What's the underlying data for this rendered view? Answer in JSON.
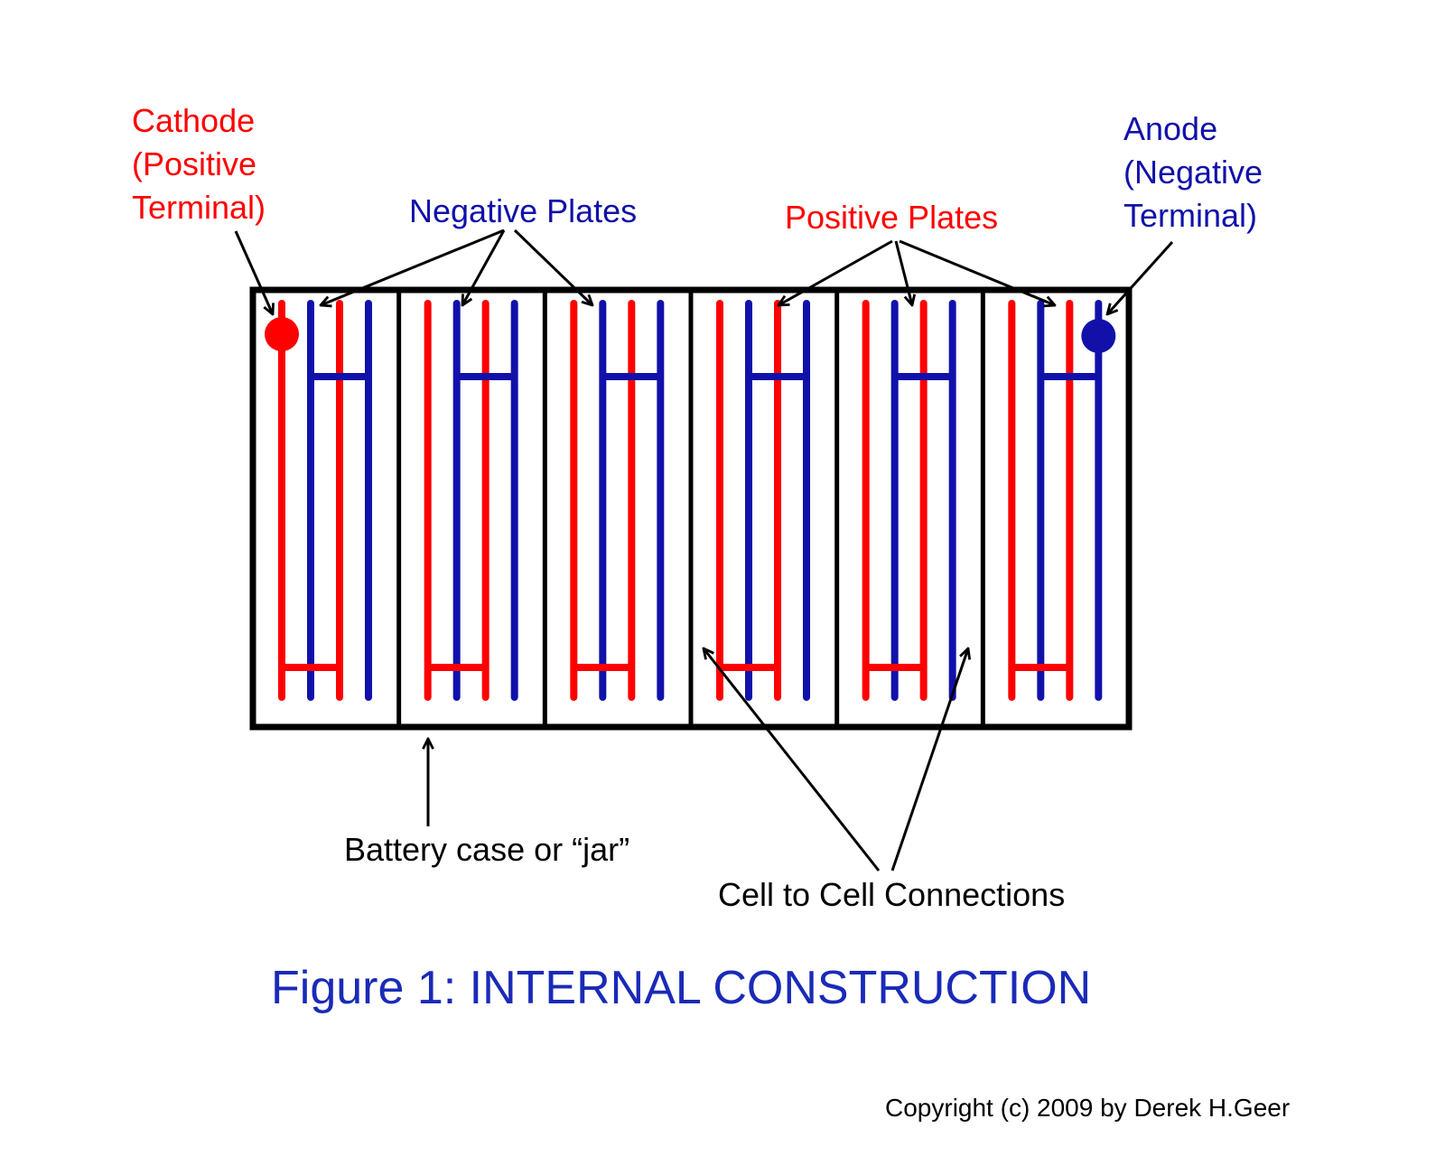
{
  "labels": {
    "cathode": [
      "Cathode",
      "(Positive",
      "Terminal)"
    ],
    "anode": [
      "Anode",
      "(Negative",
      "Terminal)"
    ],
    "negative_plates": "Negative Plates",
    "positive_plates": "Positive Plates",
    "battery_case": "Battery case or “jar”",
    "cell_connections": "Cell to Cell Connections"
  },
  "figure_title": "Figure 1:  INTERNAL CONSTRUCTION",
  "copyright": "Copyright (c) 2009 by Derek H.Geer",
  "colors": {
    "positive": "#ff0000",
    "negative": "#1111aa",
    "outline": "#000000",
    "title": "#1a2ab8",
    "text": "#000000"
  },
  "battery": {
    "cells": 6,
    "terminals": [
      "positive",
      "negative"
    ]
  }
}
